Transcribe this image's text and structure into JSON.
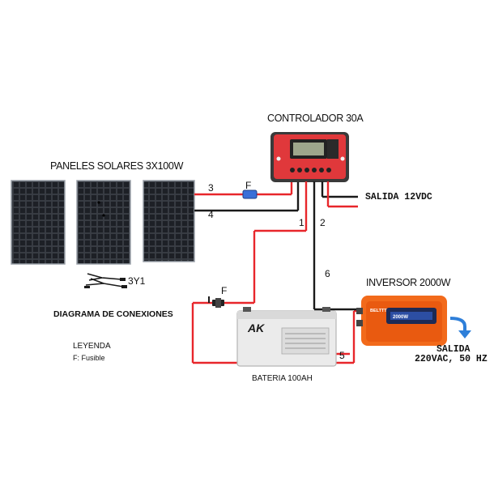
{
  "labels": {
    "controller": "CONTROLADOR 30A",
    "panels": "PANELES SOLARES 3X100W",
    "inverter": "INVERSOR 2000W",
    "battery": "BATERIA 100AH",
    "diagram_title": "DIAGRAMA DE CONEXIONES",
    "legend_title": "LEYENDA",
    "legend_item": "F: Fusible",
    "connector": "3Y1",
    "output_dc": "SALIDA   12VDC",
    "output_ac_1": "SALIDA",
    "output_ac_2": "220VAC, 50 HZ",
    "fuse_top": "F",
    "fuse_battery": "F"
  },
  "wires": {
    "w1": "1",
    "w2": "2",
    "w3": "3",
    "w4": "4",
    "w5": "5",
    "w6": "6"
  },
  "device_text": {
    "battery_brand": "AK",
    "inverter_brand": "BELTTT",
    "inverter_model": "2000W"
  },
  "colors": {
    "positive_wire": "#e8262b",
    "negative_wire": "#1a1a1a",
    "controller_body": "#e0383b",
    "inverter_body": "#f26a1b",
    "fuse": "#3a6fd8",
    "arrow": "#2e7fd9"
  }
}
